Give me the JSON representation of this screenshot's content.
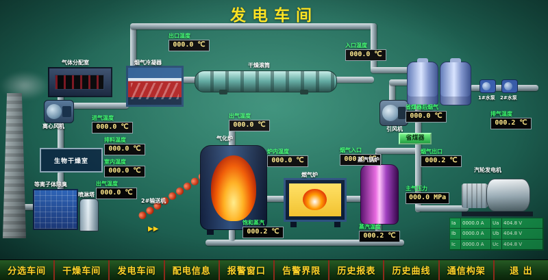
{
  "title": "发电车间",
  "displays": [
    {
      "label": "出口温度",
      "value": "000.0 ℃"
    },
    {
      "label": "入口温度",
      "value": "000.0 ℃"
    },
    {
      "label": "进气温度",
      "value": "000.0 ℃"
    },
    {
      "label": "排料温度",
      "value": "000.0 ℃"
    },
    {
      "label": "室内温度",
      "value": "000.0 ℃"
    },
    {
      "label": "出气温度",
      "value": "000.0 ℃"
    },
    {
      "label": "出气温度",
      "value": "000.0 ℃"
    },
    {
      "label": "炉内温度",
      "value": "000.0 ℃"
    },
    {
      "label": "烟气入口",
      "value": "000.0 ℃"
    },
    {
      "label": "省煤器后烟气",
      "value": "000.0 ℃"
    },
    {
      "label": "排气温度",
      "value": "000.2 ℃"
    },
    {
      "label": "烟气出口",
      "value": "000.2 ℃"
    },
    {
      "label": "主气压力",
      "value": "000.0 MPa"
    },
    {
      "label": "饱和蒸汽",
      "value": "000.2 ℃"
    },
    {
      "label": "蒸汽温度",
      "value": "000.2 ℃"
    }
  ],
  "labels": {
    "gas_dist": "气体分配室",
    "condenser": "烟气冷凝器",
    "drum": "干燥滚筒",
    "cent_fan": "离心风机",
    "bio_room": "生物干燥室",
    "plasma": "等离子体除臭",
    "spray": "喷淋塔",
    "gasifier": "气化炉",
    "conveyor": "2#输送机",
    "arrows": "▶▶",
    "gas_furnace": "燃气炉",
    "boiler": "蒸汽锅炉",
    "economizer": "省煤器",
    "id_fan": "引风机",
    "turbine": "汽轮发电机",
    "pump1": "1#水泵",
    "pump2": "2#水泵"
  },
  "generator_table": {
    "rows": [
      [
        "Ia",
        "0000.0 A",
        "Ua",
        "404.8 V"
      ],
      [
        "Ib",
        "0000.0 A",
        "Ub",
        "404.8 V"
      ],
      [
        "Ic",
        "0000.0 A",
        "Uc",
        "404.8 V"
      ]
    ]
  },
  "nav": {
    "items": [
      "分选车间",
      "干燥车间",
      "发电车间",
      "配电信息",
      "报警窗口",
      "告警界限",
      "历史报表",
      "历史曲线",
      "通信构架",
      "退 出"
    ]
  }
}
